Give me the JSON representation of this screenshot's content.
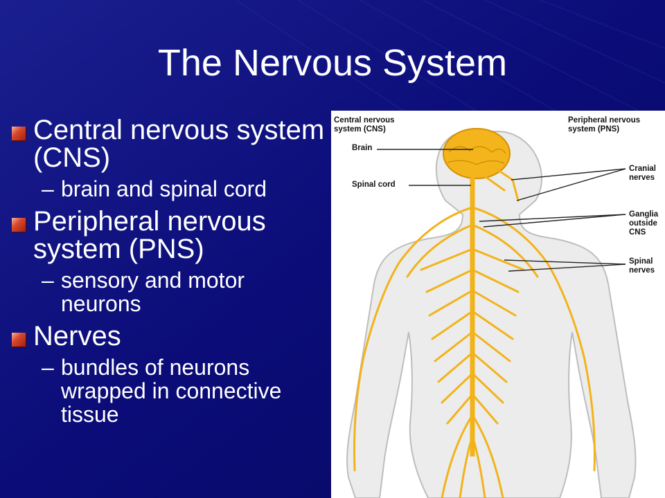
{
  "slide": {
    "title": "The Nervous System",
    "colors": {
      "background": "#0b0c6e",
      "text": "#ffffff",
      "bullet": "#c93a20",
      "nerve": "#f2b31a"
    }
  },
  "bullets": [
    {
      "text": "Central nervous system (CNS)",
      "sub": "brain and spinal cord"
    },
    {
      "text": "Peripheral nervous system (PNS)",
      "sub": "sensory and motor neurons"
    },
    {
      "text": "Nerves",
      "sub": "bundles of neurons wrapped in connective tissue"
    }
  ],
  "diagram": {
    "labels": {
      "cns": "Central nervous\nsystem (CNS)",
      "pns": "Peripheral nervous\nsystem (PNS)",
      "brain": "Brain",
      "spinal_cord": "Spinal cord",
      "cranial_nerves": "Cranial\nnerves",
      "ganglia": "Ganglia\noutside\nCNS",
      "spinal_nerves": "Spinal\nnerves"
    }
  }
}
